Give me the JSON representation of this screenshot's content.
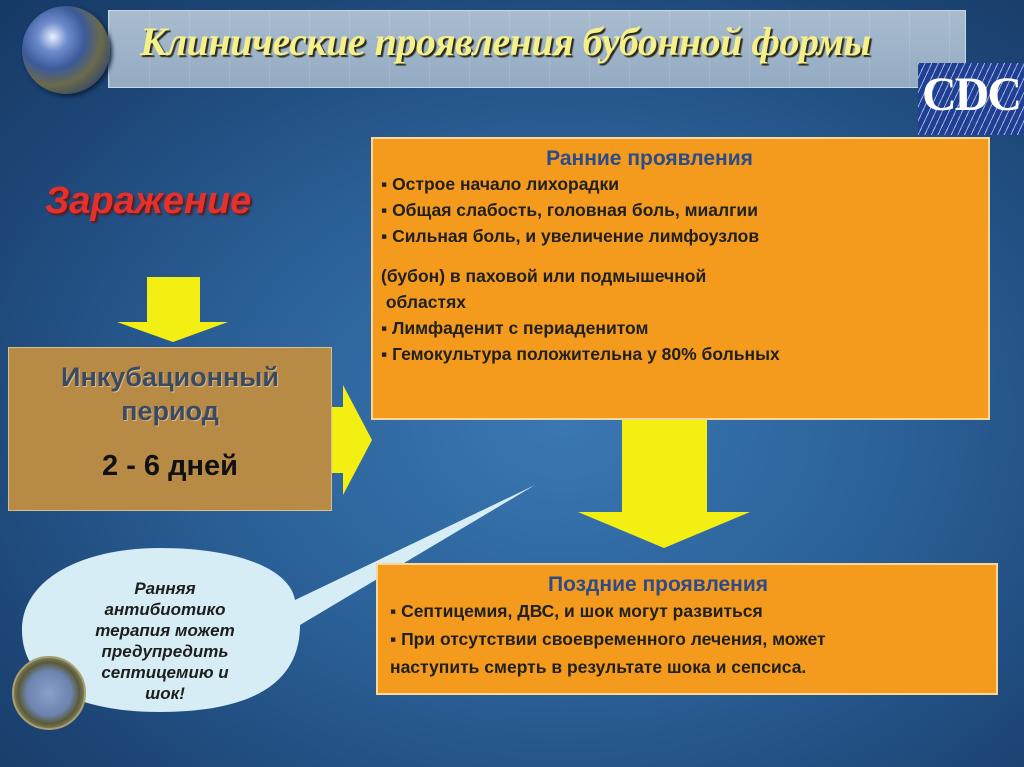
{
  "title": "Клинические проявления бубонной формы",
  "logo": "CDC",
  "infection": "Заражение",
  "incubation": {
    "line1": "Инкубационный",
    "line2": "период",
    "days": "2 - 6 дней"
  },
  "early": {
    "heading": "Ранние проявления",
    "items": [
      "▪ Острое начало лихорадки",
      "▪ Общая слабость, головная боль, миалгии",
      "▪ Сильная боль, и увеличение лимфоузлов",
      "(бубон) в паховой   или подмышечной",
      " областях",
      "▪ Лимфаденит с периаденитом",
      "▪ Гемокультура положительна у 80% больных"
    ]
  },
  "late": {
    "heading": "Поздние проявления",
    "items": [
      "▪ Септицемия, ДВС, и шок могут развиться",
      "▪ При отсутствии своевременного лечения,  может",
      "наступить смерть в результате шока и сепсиса."
    ]
  },
  "callout": {
    "lines": [
      "Ранняя",
      "антибиотико",
      "терапия может",
      "предупредить",
      "септицемию и",
      "шок!"
    ]
  }
}
